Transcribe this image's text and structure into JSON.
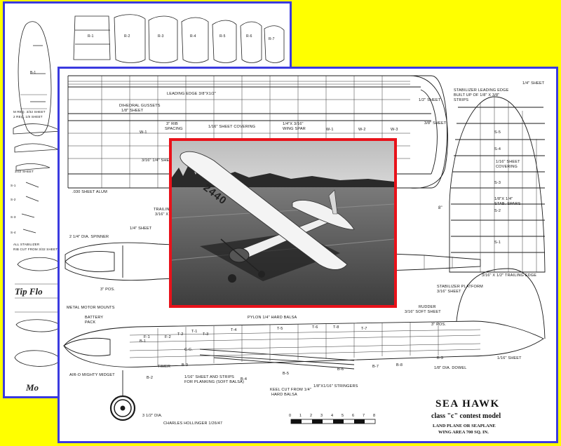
{
  "back_sheet": {
    "part_labels": [
      "B-1",
      "R-1",
      "R-2",
      "R-3",
      "R-4",
      "R-5",
      "R-6",
      "R-7"
    ],
    "notes": [
      "M REQ. 3/32 SHEET",
      "2 REQ. 1/8 SHEET",
      "3/32 SHEET",
      "ALL STABILIZER",
      "RIB CUT FROM 3/32 SHEET"
    ],
    "script_labels": [
      "Tip Flo",
      "Mo"
    ],
    "side_labels": [
      "S-1",
      "S-2",
      "S-3",
      "S-4"
    ]
  },
  "wing": {
    "labels": {
      "leading_edge": "LEADING EDGE 3/8\"X1/2\"",
      "dihedral": "DIHEDRAL GUSSETS",
      "dihedral_sheet": "1/8\" SHEET",
      "rib_spacing_1": "3\" RIB",
      "rib_spacing_2": "SPACING",
      "sheet_covering": "1/16\" SHEET COVERING",
      "spar_1": "1/4\"X 3/16\"",
      "spar_2": "WING SPAR",
      "sheet_top": "1/2\" SHEET",
      "sheet_tip": "3/8\" SHEET",
      "alum": ".030 SHEET ALUM",
      "sheet_316": "3/16\" 1/4\" SHEET"
    },
    "ribs": [
      "W-1",
      "W-1",
      "W-2",
      "W-3"
    ]
  },
  "stabilizer": {
    "labels": {
      "quarter_sheet": "1/4\" SHEET",
      "le_1": "STABILIZER LEADING EDGE",
      "le_2": "BUILT UP OF 1/8\" X 3/8\"",
      "le_3": "STRIPS",
      "covering_1": "1/16\" SHEET",
      "covering_2": "COVERING",
      "spars_1": "1/8\"X 1/4\"",
      "spars_2": "STAB. SPARS",
      "trailing": "3/16\" X 1/2\" TRAILING EDGE",
      "dim": "8\""
    },
    "ribs": [
      "S-5",
      "S-4",
      "S-3",
      "S-2",
      "S-1"
    ]
  },
  "fuselage_top": {
    "labels": {
      "quarter_sheet": "1/4\" SHEET",
      "spinner": "2 1/4\" DIA. SPINNER",
      "trailing_1": "TRAILING",
      "trailing_2": "3/16\" X"
    }
  },
  "fuselage_side": {
    "labels": {
      "motor_mounts": "METAL MOTOR MOUNTS",
      "battery": "BATTERY",
      "pack": "PACK",
      "pos_left": "3\" POS.",
      "pos_right": "3\" POS.",
      "pylon": "PYLON 1/4\" HARD BALSA",
      "cg": "C.G.",
      "timer": "TIMER",
      "engine": "AIR-O MIGHTY MIDGET",
      "wheel": "3 1/2\" DIA.",
      "planking_1": "1/16\" SHEET AND STRIPS",
      "planking_2": "FOR PLANKING (SOFT BALSA)",
      "keel_1": "KEEL CUT FROM 1/4\"",
      "keel_2": "HARD BALSA",
      "stringers": "1/8\"X1/16\" STRINGERS",
      "stab_platform_1": "STABILIZER PLATFORM",
      "stab_platform_2": "3/16\" SHEET",
      "rudder_1": "RUDDER",
      "rudder_2": "3/16\" SOFT SHEET",
      "sixteenth_sheet": "1/16\" SHEET",
      "dowel": "1/8\" DIA. DOWEL",
      "designer": "CHARLES HOLLINGER   1/26/47"
    },
    "formers": [
      "F-1",
      "F-2",
      "T-1",
      "T-2",
      "T-3",
      "T-4",
      "T-5",
      "T-6",
      "T-7",
      "T-8",
      "B-1",
      "B-2",
      "B-3",
      "B-4",
      "B-5",
      "B-6",
      "B-7",
      "B-8",
      "B-9"
    ]
  },
  "title_block": {
    "name": "SEA HAWK",
    "class_line": "class \"c\" contest model",
    "line1": "LAND PLANE OR SEAPLANE",
    "line2": "WING AREA 700 SQ. IN.",
    "scale_ticks": [
      "0",
      "1",
      "2",
      "3",
      "4",
      "5",
      "6",
      "7",
      "8"
    ]
  },
  "photo": {
    "wing_number": "2440"
  },
  "colors": {
    "background": "#ffff00",
    "sheet_border": "#3a3adf",
    "photo_border": "#e8121a"
  }
}
